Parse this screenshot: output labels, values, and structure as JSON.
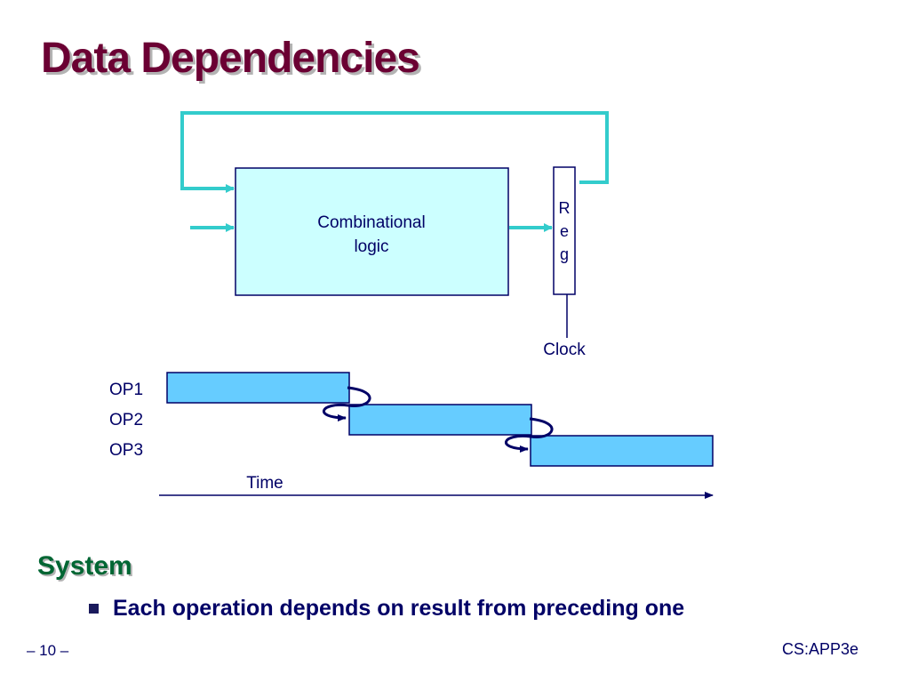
{
  "slide": {
    "title": "Data Dependencies",
    "section_heading": "System",
    "bullet": "Each operation depends on result from preceding one",
    "page_number": "– 10 –",
    "footer_label": "CS:APP3e"
  },
  "diagram": {
    "logic_label_line1": "Combinational",
    "logic_label_line2": "logic",
    "reg_letters": [
      "R",
      "e",
      "g"
    ],
    "clock_label": "Clock",
    "ops": [
      "OP1",
      "OP2",
      "OP3"
    ],
    "time_label": "Time"
  },
  "colors": {
    "title": "#6b0033",
    "heading": "#006633",
    "text": "#000066",
    "wire": "#33cccc",
    "logic_fill": "#ccffff",
    "op_bar": "#66ccff",
    "outline": "#000066"
  }
}
